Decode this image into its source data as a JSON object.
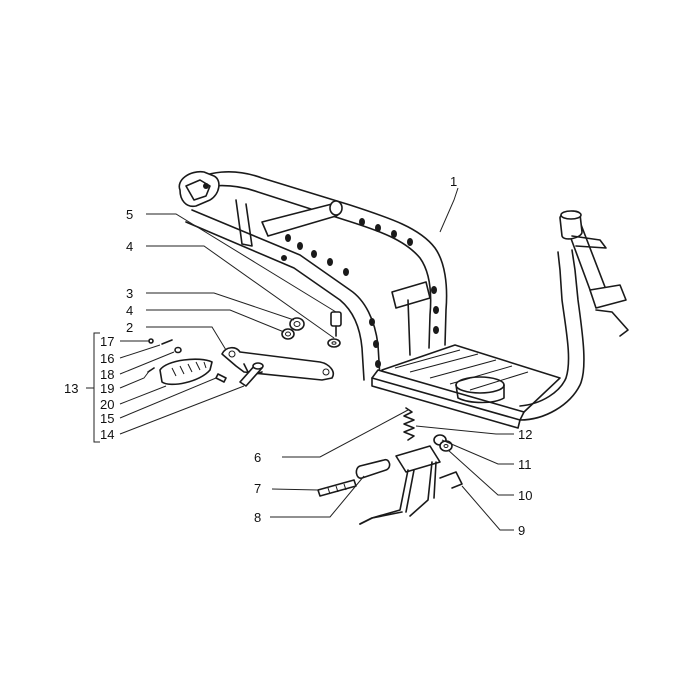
{
  "diagram": {
    "colors": {
      "line": "#1a1a1a",
      "background": "#ffffff"
    },
    "callouts": [
      {
        "id": "c1",
        "label": "1"
      },
      {
        "id": "c2",
        "label": "2"
      },
      {
        "id": "c3",
        "label": "3"
      },
      {
        "id": "c4a",
        "label": "4"
      },
      {
        "id": "c4b",
        "label": "4"
      },
      {
        "id": "c5",
        "label": "5"
      },
      {
        "id": "c6",
        "label": "6"
      },
      {
        "id": "c7",
        "label": "7"
      },
      {
        "id": "c8",
        "label": "8"
      },
      {
        "id": "c9",
        "label": "9"
      },
      {
        "id": "c10",
        "label": "10"
      },
      {
        "id": "c11",
        "label": "11"
      },
      {
        "id": "c12",
        "label": "12"
      },
      {
        "id": "c13",
        "label": "13"
      },
      {
        "id": "c14",
        "label": "14"
      },
      {
        "id": "c15",
        "label": "15"
      },
      {
        "id": "c16",
        "label": "16"
      },
      {
        "id": "c17",
        "label": "17"
      },
      {
        "id": "c18",
        "label": "18"
      },
      {
        "id": "c19",
        "label": "19"
      },
      {
        "id": "c20",
        "label": "20"
      }
    ]
  }
}
